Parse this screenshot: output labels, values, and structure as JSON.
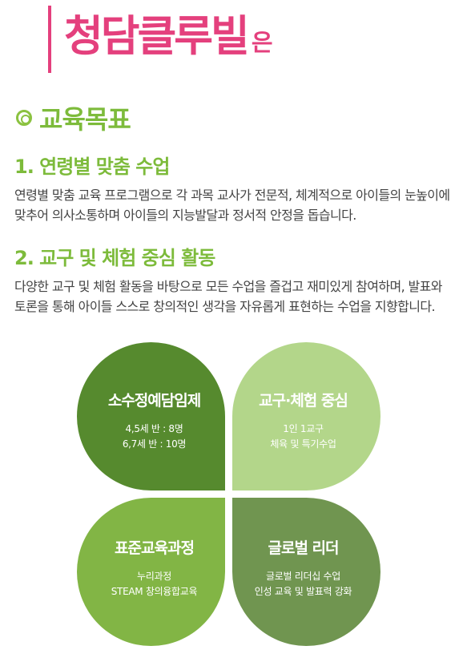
{
  "header": {
    "title_main": "청담클루빌",
    "title_suffix": "은"
  },
  "goal": {
    "heading": "교육목표"
  },
  "sections": [
    {
      "title": "1. 연령별 맞춤 수업",
      "body": "연령별 맞춤 교육 프로그램으로 각 과목 교사가 전문적, 체계적으로 아이들의 눈높이에 맞추어 의사소통하며 아이들의 지능발달과 정서적 안정을 돕습니다."
    },
    {
      "title": "2. 교구 및 체험 중심 활동",
      "body": "다양한 교구 및 체험 활동을 바탕으로 모든 수업을 즐겁고 재미있게 참여하며, 발표와 토론을 통해 아이들 스스로 창의적인 생각을 자유롭게 표현하는 수업을 지향합니다."
    }
  ],
  "clover": {
    "top_left": {
      "title": "소수정예담임제",
      "lines": [
        "4,5세 반 : 8명",
        "6,7세 반 : 10명"
      ]
    },
    "top_right": {
      "title": "교구·체험 중심",
      "lines": [
        "1인 1교구",
        "체육 및 특기수업"
      ]
    },
    "bottom_left": {
      "title": "표준교육과정",
      "lines": [
        "누리과정",
        "STEAM 창의융합교육"
      ]
    },
    "bottom_right": {
      "title": "글로벌 리더",
      "lines": [
        "글로벌 리더십 수업",
        "인성 교육 및 발표력 강화"
      ]
    }
  },
  "colors": {
    "pink": "#e4407d",
    "green_title": "#7dbb3b",
    "petal_dark": "#568a2e",
    "petal_light": "#b3d68a",
    "petal_mid": "#82b545",
    "petal_muted": "#709550"
  }
}
